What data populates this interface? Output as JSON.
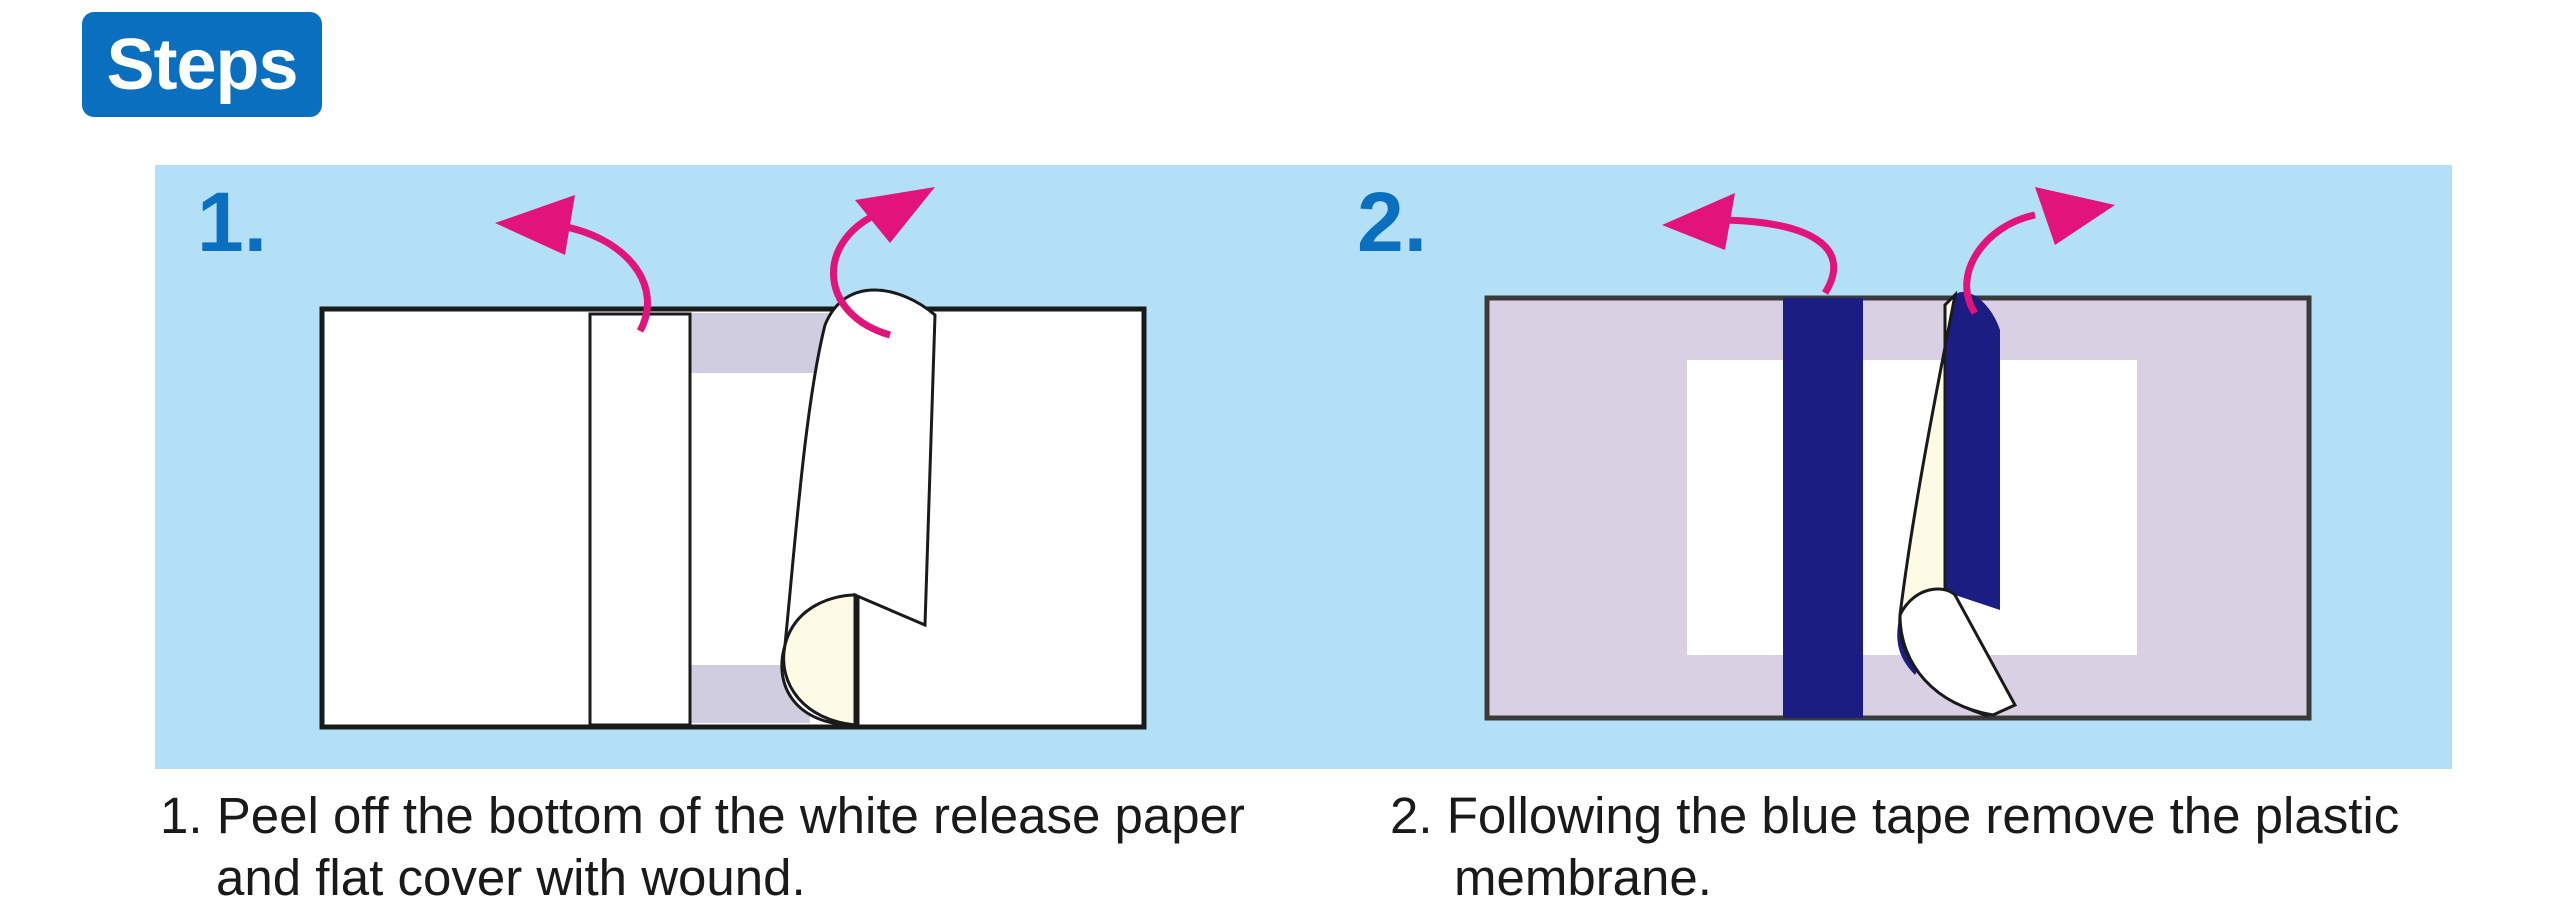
{
  "header": {
    "title": "Steps"
  },
  "colors": {
    "badge": "#0b6fc0",
    "panel": "#b3e0f6",
    "arrow": "#e2137a",
    "tape": "#1c1d82",
    "membrane": "#d9d1e3",
    "liner": "#fdfbe6"
  },
  "steps": [
    {
      "number": "1.",
      "caption_lines": [
        "1. Peel off the bottom of the white release paper",
        "and flat cover with wound."
      ]
    },
    {
      "number": "2.",
      "caption_lines": [
        "2.  Following the blue tape remove the plastic",
        "membrane."
      ]
    }
  ]
}
